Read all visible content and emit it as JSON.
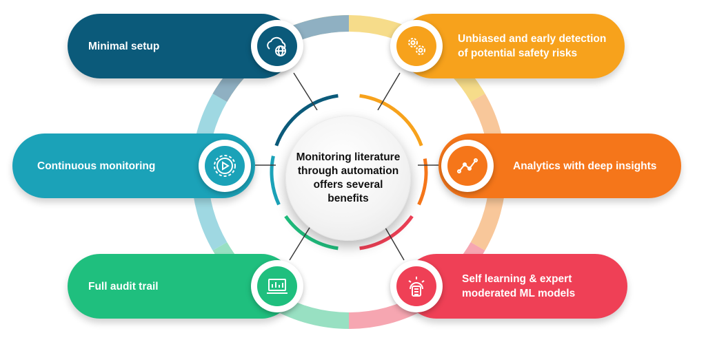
{
  "center": {
    "lines": [
      "Monitoring literature",
      "through automation",
      "offers several",
      "benefits"
    ]
  },
  "benefits": [
    {
      "key": "minimal-setup",
      "side": "left",
      "lines": [
        "Minimal setup"
      ],
      "color": "#0b5a7a",
      "icon": "cloud-globe-icon"
    },
    {
      "key": "continuous-monitoring",
      "side": "left",
      "lines": [
        "Continuous monitoring"
      ],
      "color": "#1ba2b8",
      "icon": "gear-play-icon"
    },
    {
      "key": "full-audit-trail",
      "side": "left",
      "lines": [
        "Full audit trail"
      ],
      "color": "#1fbf7e",
      "icon": "laptop-chart-icon"
    },
    {
      "key": "unbiased-detection",
      "side": "right",
      "lines": [
        "Unbiased and early detection",
        "of potential safety risks"
      ],
      "color": "#f7a21c",
      "icon": "gears-icon"
    },
    {
      "key": "analytics",
      "side": "right",
      "lines": [
        "Analytics with deep insights"
      ],
      "color": "#f5761a",
      "icon": "line-graph-icon"
    },
    {
      "key": "self-learning",
      "side": "right",
      "lines": [
        "Self learning & expert",
        "moderated ML models"
      ],
      "color": "#ef4056",
      "icon": "brain-circuit-icon"
    }
  ],
  "palette": {
    "ring_top": "#f6dc8a",
    "ring_right_upper": "#f8c79a",
    "ring_right_lower": "#f6a6b1",
    "ring_bottom": "#98e0c2",
    "ring_left_lower": "#9fd8e2",
    "ring_left_upper": "#8fb0c2",
    "connector": "#3a3a3a"
  }
}
